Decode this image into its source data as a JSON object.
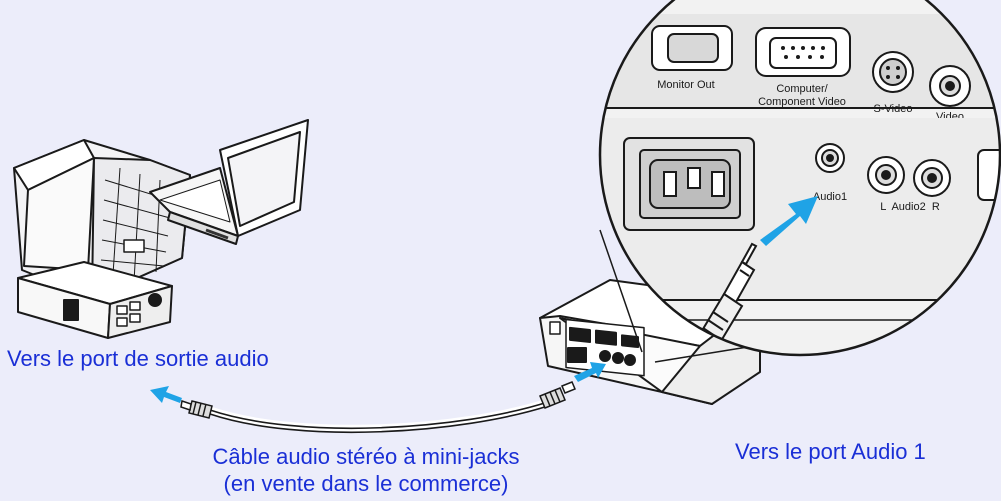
{
  "labels": {
    "source_port": "Vers le port de sortie audio",
    "projector_port": "Vers le port Audio 1",
    "cable_line1": "Câble audio stéréo à mini-jacks",
    "cable_line2": "(en vente dans le commerce)"
  },
  "panel_labels": {
    "monitor_out": "Monitor Out",
    "computer_line1": "Computer/",
    "computer_line2": "Component Video",
    "s_video": "S-Video",
    "video": "Video",
    "audio1": "Audio1",
    "audio2": "L  Audio2  R"
  },
  "colors": {
    "background": "#ecedfa",
    "text_accent": "#1a2fd6",
    "arrow": "#1fa3e6",
    "outline": "#1a1a1a"
  }
}
